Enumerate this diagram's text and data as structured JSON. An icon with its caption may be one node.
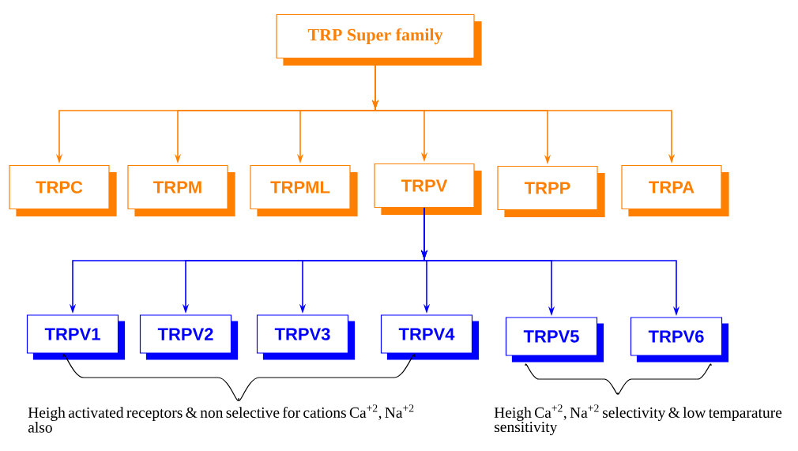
{
  "diagram": {
    "nodes": [
      {
        "text": [
          "TRP Super family"
        ]
      },
      {
        "text": [
          "TRPC"
        ]
      },
      {
        "text": [
          "TRPM"
        ]
      },
      {
        "text": [
          "TRPML"
        ]
      },
      {
        "text": [
          "TRPV"
        ]
      },
      {
        "text": [
          "TRPP"
        ]
      },
      {
        "text": [
          "TRPA"
        ]
      },
      {
        "text": [
          "TRPV1"
        ]
      },
      {
        "text": [
          "TRPV2"
        ]
      },
      {
        "text": [
          "TRPV3"
        ]
      },
      {
        "text": [
          "TRPV4"
        ]
      },
      {
        "text": [
          "TRPV5"
        ]
      },
      {
        "text": [
          "TRPV6"
        ]
      }
    ],
    "edges": [
      {
        "from": 0,
        "to": 1,
        "arrow": "to"
      },
      {
        "from": 0,
        "to": 2,
        "arrow": "to"
      },
      {
        "from": 0,
        "to": 3,
        "arrow": "to"
      },
      {
        "from": 0,
        "to": 4,
        "arrow": "to"
      },
      {
        "from": 0,
        "to": 5,
        "arrow": "to"
      },
      {
        "from": 0,
        "to": 6,
        "arrow": "to"
      },
      {
        "from": 4,
        "to": 7,
        "arrow": "to",
        "color": "#0000ff"
      },
      {
        "from": 4,
        "to": 8,
        "arrow": "to",
        "color": "#0000ff"
      },
      {
        "from": 4,
        "to": 9,
        "arrow": "to",
        "color": "#0000ff"
      },
      {
        "from": 4,
        "to": 10,
        "arrow": "to",
        "color": "#0000ff"
      },
      {
        "from": 4,
        "to": 11,
        "arrow": "to",
        "color": "#0000ff"
      },
      {
        "from": 4,
        "to": 12,
        "arrow": "to",
        "color": "#0000ff"
      }
    ],
    "labels": [
      "Heigh activated receptors & non selective for cations Ca$^{+2}$, Na$^{+2}$ also",
      "Heigh Ca$^{+2}$, Na$^{+2}$ selectivity & low temparature sensitivity"
    ]
  }
}
